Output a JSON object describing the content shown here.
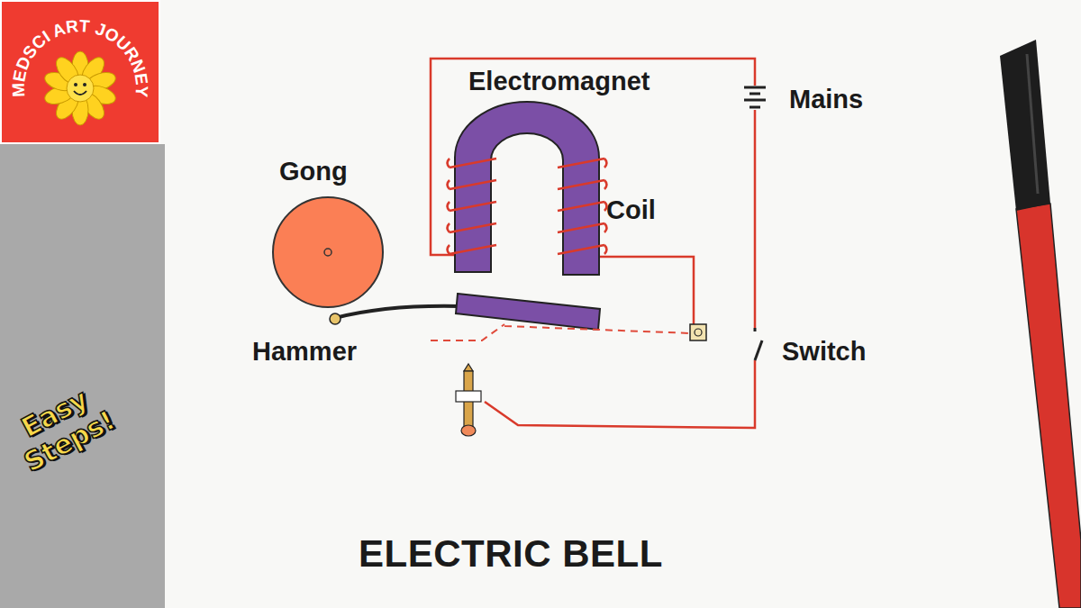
{
  "diagram": {
    "title": "ELECTRIC BELL",
    "nodes": [
      {
        "text": [
          "MEDSCI ART JOURNEY"
        ]
      },
      {
        "text": [
          "Easy Steps!"
        ]
      }
    ],
    "labels": [
      "Electromagnet",
      "Mains",
      "Gong",
      "Coil",
      "Hammer",
      "Switch"
    ]
  }
}
